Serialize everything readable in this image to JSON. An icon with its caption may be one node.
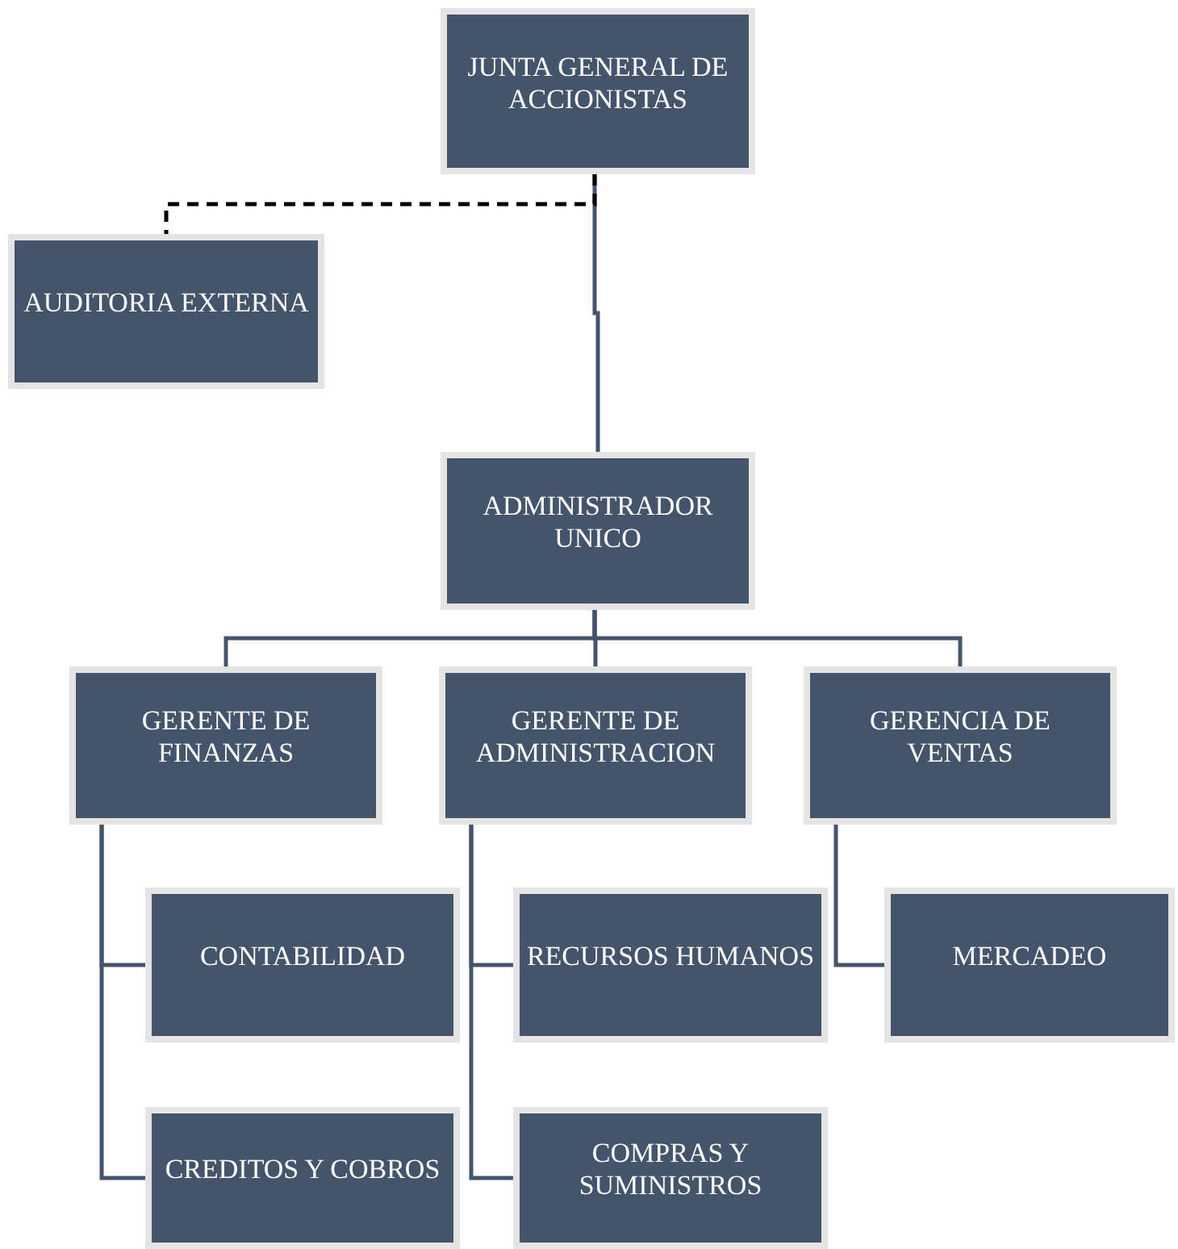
{
  "diagram": {
    "nodes": [
      {
        "text": [
          "JUNTA GENERAL DE ACCIONISTAS"
        ]
      },
      {
        "text": [
          "AUDITORIA EXTERNA"
        ]
      },
      {
        "text": [
          "ADMINISTRADOR UNICO"
        ]
      },
      {
        "text": [
          "GERENTE DE FINANZAS"
        ]
      },
      {
        "text": [
          "GERENTE DE ADMINISTRACION"
        ]
      },
      {
        "text": [
          "GERENCIA DE VENTAS"
        ]
      },
      {
        "text": [
          "CONTABILIDAD"
        ]
      },
      {
        "text": [
          "RECURSOS HUMANOS"
        ]
      },
      {
        "text": [
          "MERCADEO"
        ]
      },
      {
        "text": [
          "CREDITOS Y COBROS"
        ]
      },
      {
        "text": [
          "COMPRAS Y SUMINISTROS"
        ]
      }
    ],
    "edges": [
      {
        "from": 0,
        "to": 2,
        "arrow": "none"
      },
      {
        "from": 0,
        "to": 1,
        "arrow": "none",
        "style": "dashed",
        "color": "#000000"
      },
      {
        "from": 2,
        "to": 3,
        "arrow": "none"
      },
      {
        "from": 2,
        "to": 4,
        "arrow": "none"
      },
      {
        "from": 2,
        "to": 5,
        "arrow": "none"
      },
      {
        "from": 3,
        "to": 6,
        "arrow": "none"
      },
      {
        "from": 3,
        "to": 9,
        "arrow": "none"
      },
      {
        "from": 4,
        "to": 7,
        "arrow": "none"
      },
      {
        "from": 4,
        "to": 10,
        "arrow": "none"
      },
      {
        "from": 5,
        "to": 8,
        "arrow": "none"
      }
    ]
  }
}
